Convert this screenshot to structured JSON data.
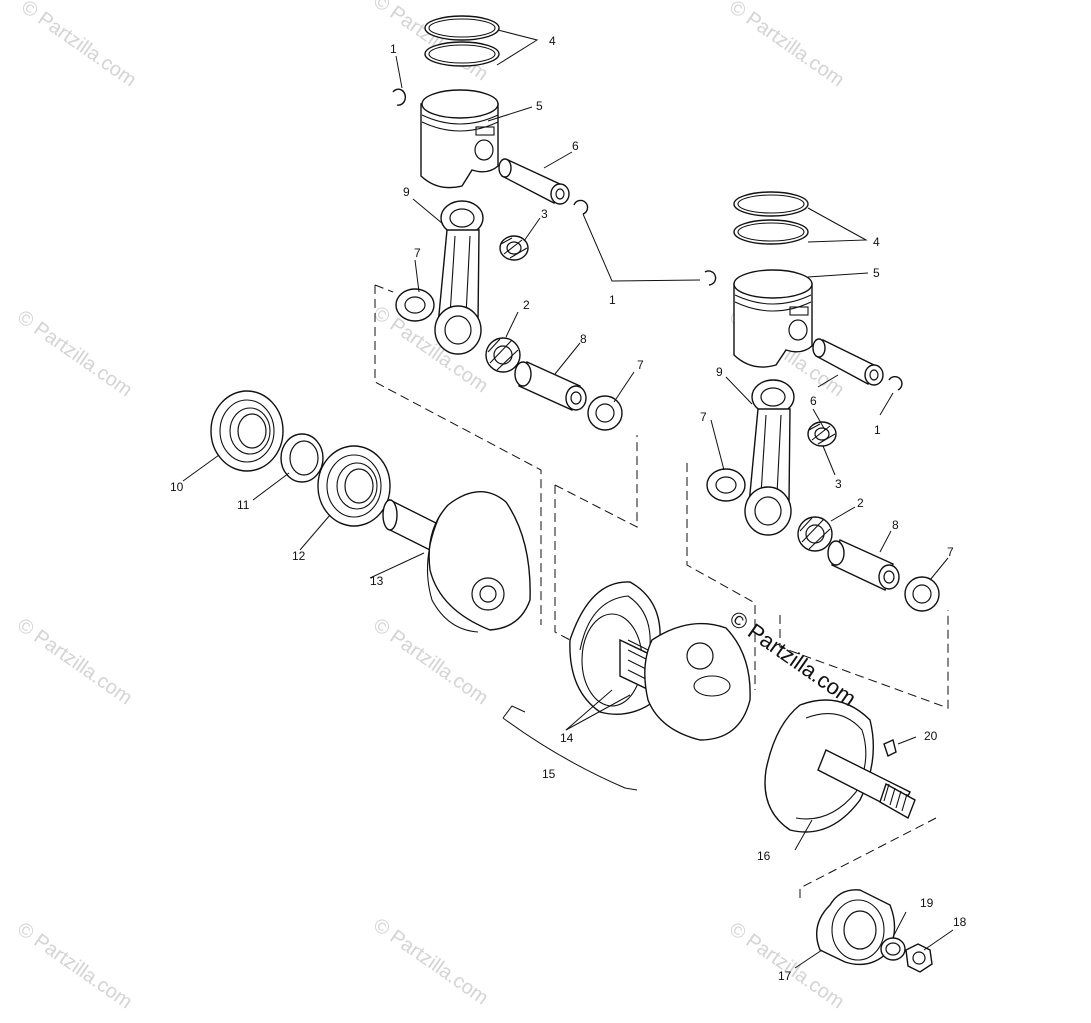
{
  "watermark": "© Partzilla.com",
  "brand_watermark": "© Partzilla.com",
  "callouts": [
    {
      "id": "c1a",
      "text": "1"
    },
    {
      "id": "c4a",
      "text": "4"
    },
    {
      "id": "c5a",
      "text": "5"
    },
    {
      "id": "c6a",
      "text": "6"
    },
    {
      "id": "c9a",
      "text": "9"
    },
    {
      "id": "c3a",
      "text": "3"
    },
    {
      "id": "c7a",
      "text": "7"
    },
    {
      "id": "c2a",
      "text": "2"
    },
    {
      "id": "c8a",
      "text": "8"
    },
    {
      "id": "c7b",
      "text": "7"
    },
    {
      "id": "c1b",
      "text": "1"
    },
    {
      "id": "c4b",
      "text": "4"
    },
    {
      "id": "c5b",
      "text": "5"
    },
    {
      "id": "c6b",
      "text": "6"
    },
    {
      "id": "c1c",
      "text": "1"
    },
    {
      "id": "c9b",
      "text": "9"
    },
    {
      "id": "c7c",
      "text": "7"
    },
    {
      "id": "c3b",
      "text": "3"
    },
    {
      "id": "c2b",
      "text": "2"
    },
    {
      "id": "c8b",
      "text": "8"
    },
    {
      "id": "c7d",
      "text": "7"
    },
    {
      "id": "c10",
      "text": "10"
    },
    {
      "id": "c11",
      "text": "11"
    },
    {
      "id": "c12",
      "text": "12"
    },
    {
      "id": "c13",
      "text": "13"
    },
    {
      "id": "c14",
      "text": "14"
    },
    {
      "id": "c15",
      "text": "15"
    },
    {
      "id": "c20",
      "text": "20"
    },
    {
      "id": "c16",
      "text": "16"
    },
    {
      "id": "c19",
      "text": "19"
    },
    {
      "id": "c18",
      "text": "18"
    },
    {
      "id": "c17",
      "text": "17"
    }
  ]
}
